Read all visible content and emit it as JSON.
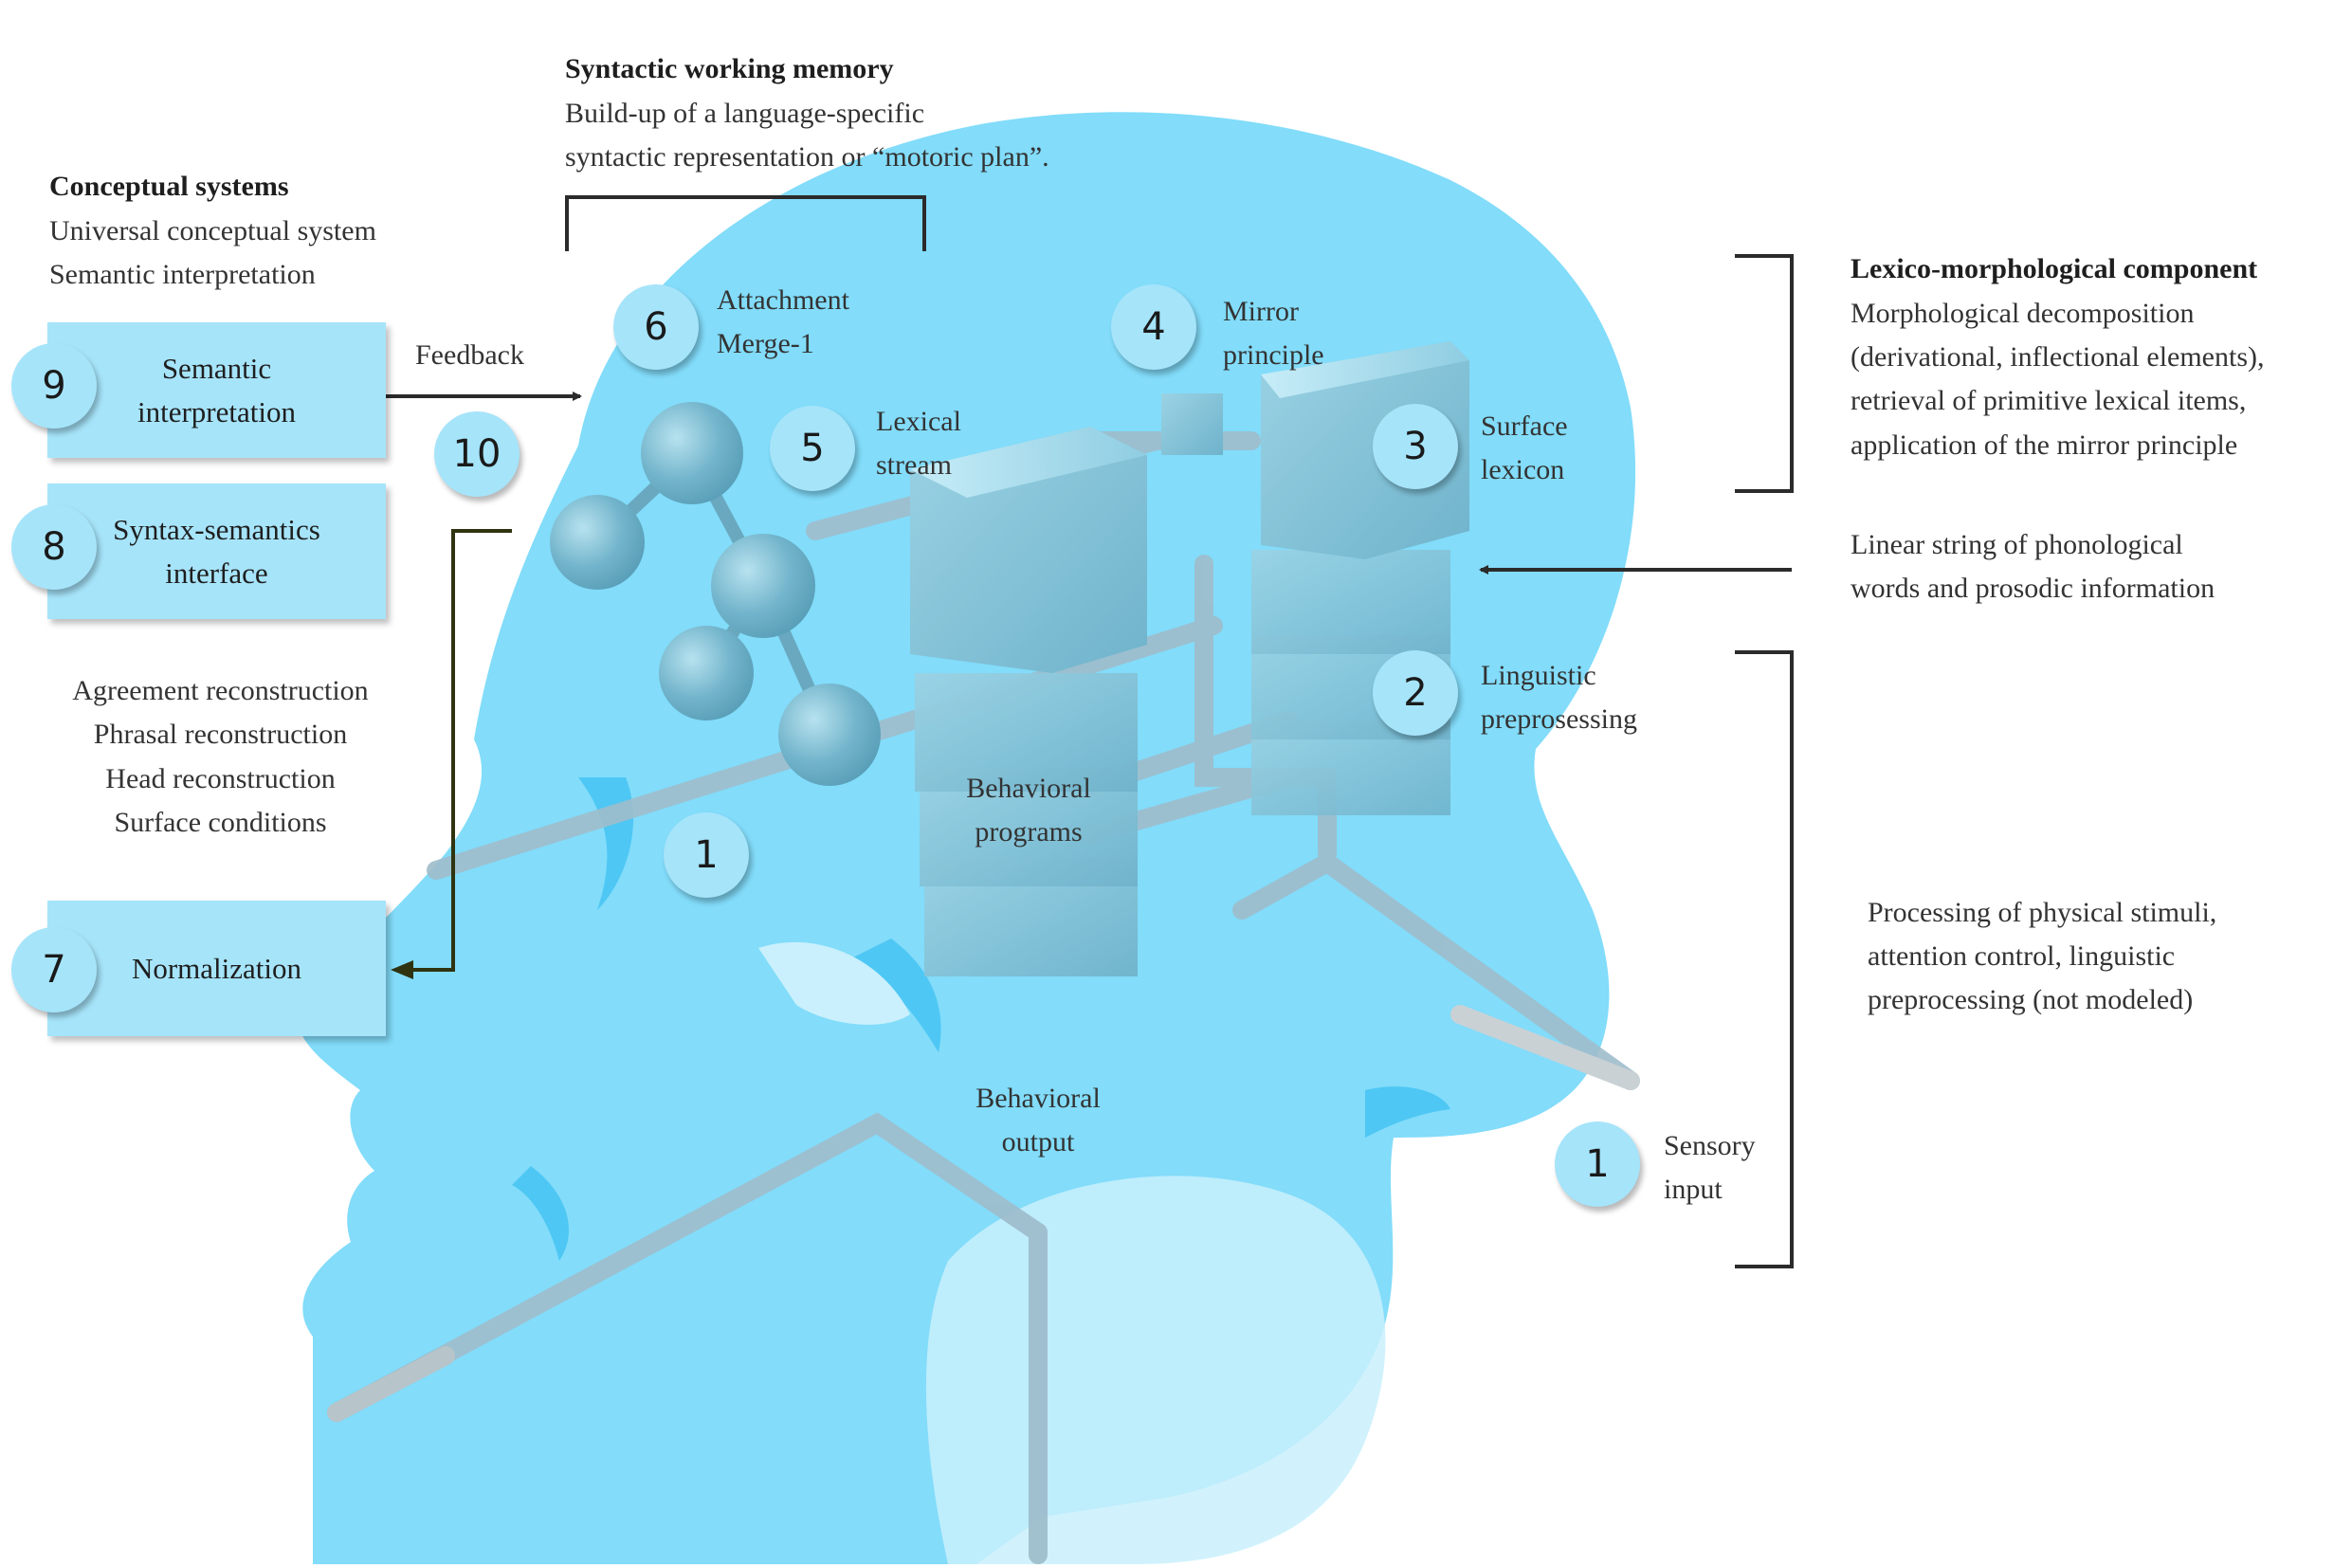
{
  "colors": {
    "head": "#82dcfa",
    "box": "#a6e4fa",
    "cube": "#7fc0d6",
    "arrow": "#2b2b2b",
    "normalization_arrow": "#2f3310"
  },
  "syntactic_memory": {
    "title": "Syntactic working memory",
    "line1": "Build-up of a language-specific",
    "line2": "syntactic representation or “motoric plan”."
  },
  "conceptual": {
    "title": "Conceptual systems",
    "line1": "Universal conceptual system",
    "line2": "Semantic interpretation"
  },
  "lexico": {
    "title": "Lexico-morphological component",
    "line1": "Morphological decomposition",
    "line2": "(derivational, inflectional elements),",
    "line3": "retrieval of primitive lexical items,",
    "line4": "application of the mirror principle"
  },
  "linear_string": {
    "line1": "Linear string of phonological",
    "line2": "words and prosodic information"
  },
  "processing": {
    "line1": "Processing of physical stimuli,",
    "line2": "attention control, linguistic",
    "line3": "preprocessing (not modeled)"
  },
  "reconstruction": {
    "line1": "Agreement reconstruction",
    "line2": "Phrasal reconstruction",
    "line3": "Head reconstruction",
    "line4": "Surface conditions"
  },
  "boxes": {
    "semantic": {
      "number": "9",
      "label": "Semantic\ninterpretation"
    },
    "syntax_semantics": {
      "number": "8",
      "label": "Syntax-semantics\ninterface"
    },
    "normalization": {
      "number": "7",
      "label": "Normalization"
    }
  },
  "feedback": {
    "label": "Feedback",
    "number": "10"
  },
  "nodes": {
    "attachment": {
      "number": "6",
      "line1": "Attachment",
      "line2": "Merge-1"
    },
    "mirror": {
      "number": "4",
      "line1": "Mirror",
      "line2": "principle"
    },
    "lexical_stream": {
      "number": "5",
      "line1": "Lexical",
      "line2": "stream"
    },
    "surface_lexicon": {
      "number": "3",
      "line1": "Surface",
      "line2": "lexicon"
    },
    "linguistic": {
      "number": "2",
      "line1": "Linguistic",
      "line2": "preprosessing"
    },
    "behavioral_programs": {
      "number": "1",
      "line1": "Behavioral",
      "line2": "programs"
    },
    "behavioral_output": {
      "line1": "Behavioral",
      "line2": "output"
    },
    "sensory": {
      "number": "1",
      "line1": "Sensory",
      "line2": "input"
    }
  }
}
